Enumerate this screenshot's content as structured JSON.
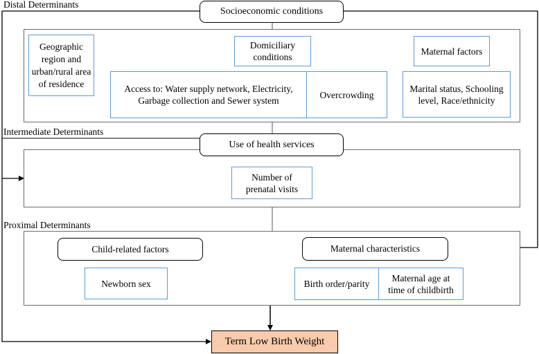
{
  "distal": {
    "label": "Distal Determinants",
    "socioeconomic": "Socioeconomic conditions",
    "geographic": "Geographic region and urban/rural area of residence",
    "domiciliary": "Domiciliary conditions",
    "access": "Access to: Water supply network, Electricity, Garbage collection and Sewer system",
    "overcrowding": "Overcrowding",
    "maternal_factors": "Maternal factors",
    "maternal_details": "Marital status, Schooling level, Race/ethnicity"
  },
  "intermediate": {
    "label": "Intermediate Determinants",
    "health_services": "Use of health services",
    "prenatal": "Number of prenatal visits"
  },
  "proximal": {
    "label": "Proximal Determinants",
    "child_factors": "Child-related factors",
    "newborn_sex": "Newborn sex",
    "maternal_characteristics": "Maternal characteristics",
    "birth_order": "Birth order/parity",
    "maternal_age": "Maternal age at time of childbirth"
  },
  "outcome": "Term Low Birth Weight",
  "colors": {
    "box_border_blue": "#5b9bd5",
    "outcome_fill": "#f8cbad",
    "panel_border": "#6b6b6b"
  }
}
